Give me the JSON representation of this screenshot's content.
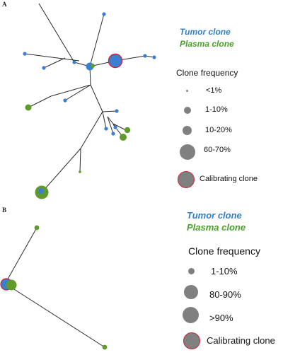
{
  "colors": {
    "tumor": "#3b7fd0",
    "plasma": "#5f9a2a",
    "node_gray": "#808080",
    "calibrating_ring": "#d0213b",
    "edge": "#2a2a2a"
  },
  "panel_a": {
    "label": "A",
    "legend": {
      "tumor_label": "Tumor clone",
      "plasma_label": "Plasma clone",
      "frequency_title": "Clone frequency",
      "sizes": [
        {
          "label": "<1%"
        },
        {
          "label": "1-10%"
        },
        {
          "label": "10-20%"
        },
        {
          "label": "60-70%"
        }
      ],
      "calibrating_label": "Calibrating clone"
    }
  },
  "panel_b": {
    "label": "B",
    "legend": {
      "tumor_label": "Tumor clone",
      "plasma_label": "Plasma clone",
      "frequency_title": "Clone frequency",
      "sizes": [
        {
          "label": "1-10%"
        },
        {
          "label": "80-90%"
        },
        {
          "label": ">90%"
        }
      ],
      "calibrating_label": "Calibrating clone"
    }
  }
}
